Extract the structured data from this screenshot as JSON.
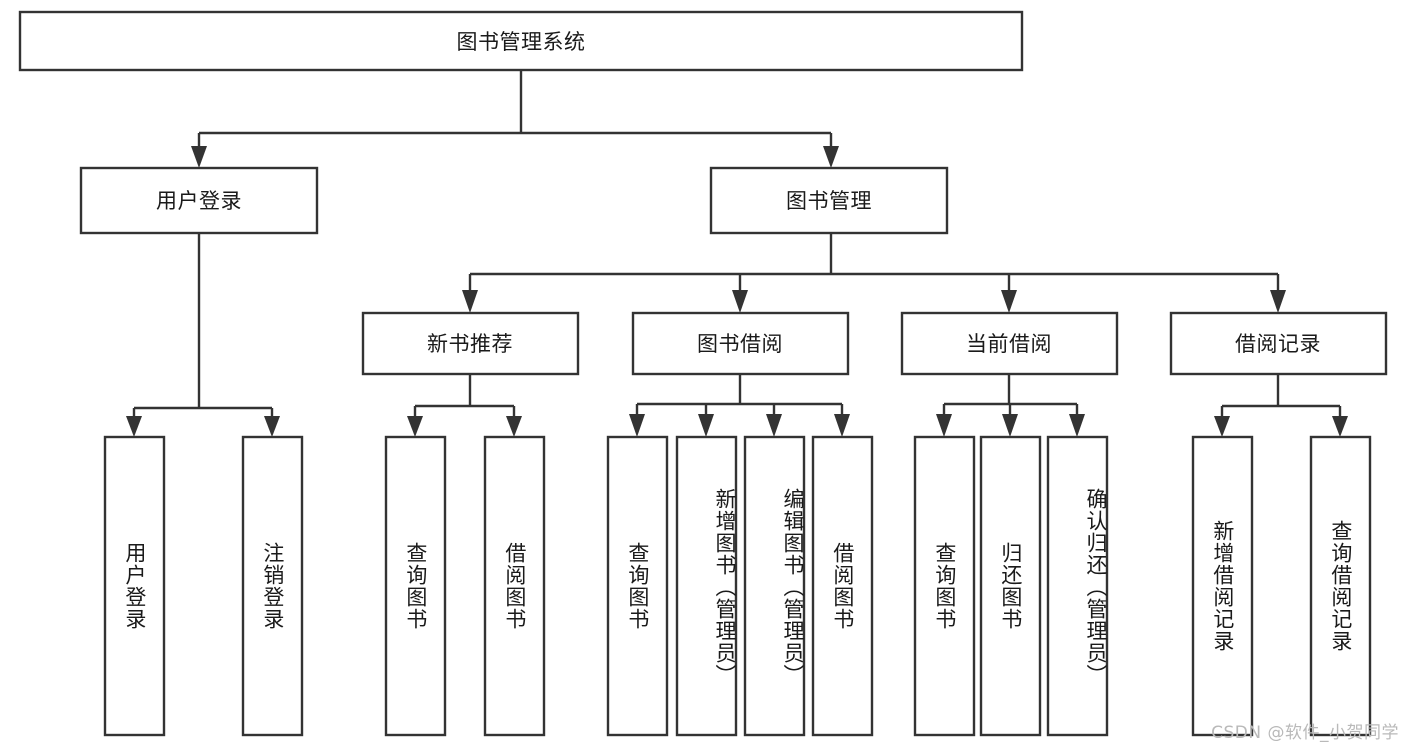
{
  "diagram": {
    "type": "tree",
    "title_node": {
      "label": "图书管理系统"
    },
    "level2": [
      {
        "label": "用户登录"
      },
      {
        "label": "图书管理"
      }
    ],
    "level3": [
      {
        "label": "新书推荐"
      },
      {
        "label": "图书借阅"
      },
      {
        "label": "当前借阅"
      },
      {
        "label": "借阅记录"
      }
    ],
    "leaves": {
      "user_login": [
        {
          "label": "用户登录"
        },
        {
          "label": "注销登录"
        }
      ],
      "new_book_recommend": [
        {
          "label": "查询图书"
        },
        {
          "label": "借阅图书"
        }
      ],
      "book_borrow": [
        {
          "label": "查询图书"
        },
        {
          "label": "新增图书（管理员）"
        },
        {
          "label": "编辑图书（管理员）"
        },
        {
          "label": "借阅图书"
        }
      ],
      "current_borrow": [
        {
          "label": "查询图书"
        },
        {
          "label": "归还图书"
        },
        {
          "label": "确认归还（管理员）"
        }
      ],
      "borrow_record": [
        {
          "label": "新增借阅记录"
        },
        {
          "label": "查询借阅记录"
        }
      ]
    }
  },
  "watermark": {
    "text": "CSDN @软件_小贺同学"
  },
  "colors": {
    "stroke": "#333333",
    "text": "#1a1a1a",
    "background": "#ffffff",
    "watermark": "#b9b9b9"
  }
}
